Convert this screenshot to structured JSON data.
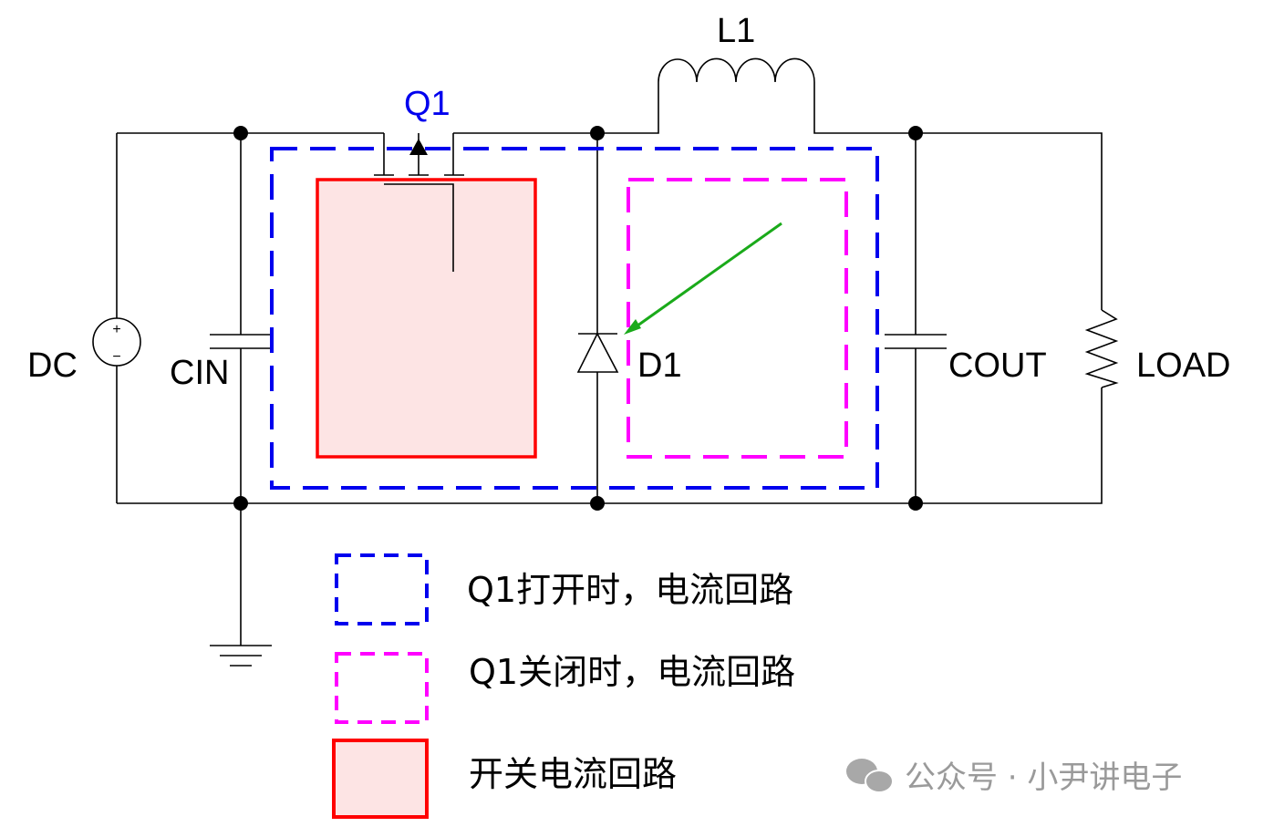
{
  "components": {
    "dc": "DC",
    "cin": "CIN",
    "q1": "Q1",
    "d1": "D1",
    "l1": "L1",
    "cout": "COUT",
    "load": "LOAD",
    "plus": "+",
    "minus": "−"
  },
  "legend": [
    {
      "label": "Q1打开时，电流回路",
      "color": "#0000ee",
      "style": "dashed"
    },
    {
      "label": "Q1关闭时，电流回路",
      "color": "#ff00ff",
      "style": "dashed"
    },
    {
      "label": "开关电流回路",
      "color": "#ff0000",
      "fill": "#fde4e4",
      "style": "solid"
    }
  ],
  "watermark": "公众号 · 小尹讲电子",
  "colors": {
    "wire": "#000000",
    "arrow": "#1aaa1a"
  }
}
